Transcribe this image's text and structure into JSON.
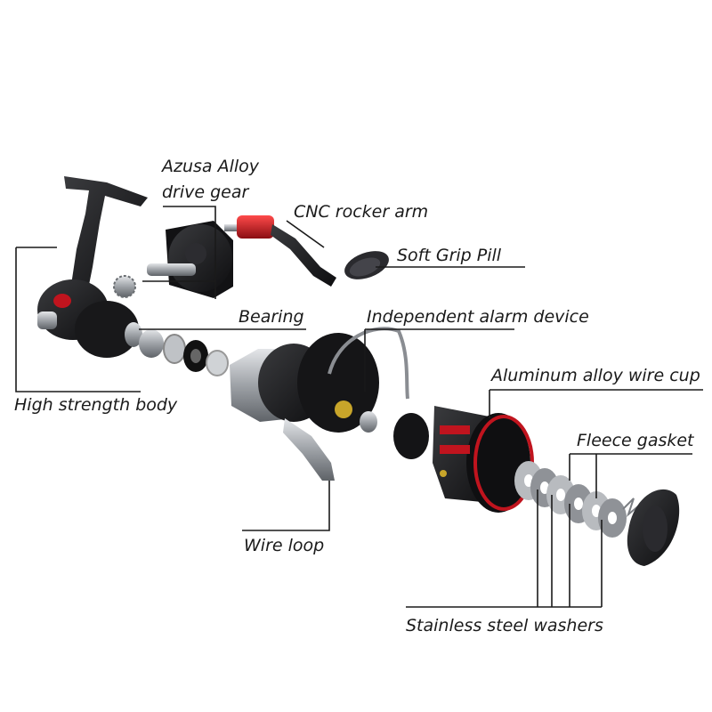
{
  "labels": {
    "azusa_line1": "Azusa Alloy",
    "azusa_line2": "drive gear",
    "cnc": "CNC rocker arm",
    "grip": "Soft Grip Pill",
    "bearing": "Bearing",
    "alarm": "Independent alarm device",
    "body": "High strength body",
    "cup": "Aluminum alloy wire cup",
    "fleece": "Fleece gasket",
    "wire": "Wire loop",
    "washers": "Stainless steel washers"
  },
  "colors": {
    "text": "#1a1a1a",
    "metal_dark": "#1b1b1d",
    "metal_silver": "#b9bcc0",
    "accent_red": "#c0141e"
  }
}
